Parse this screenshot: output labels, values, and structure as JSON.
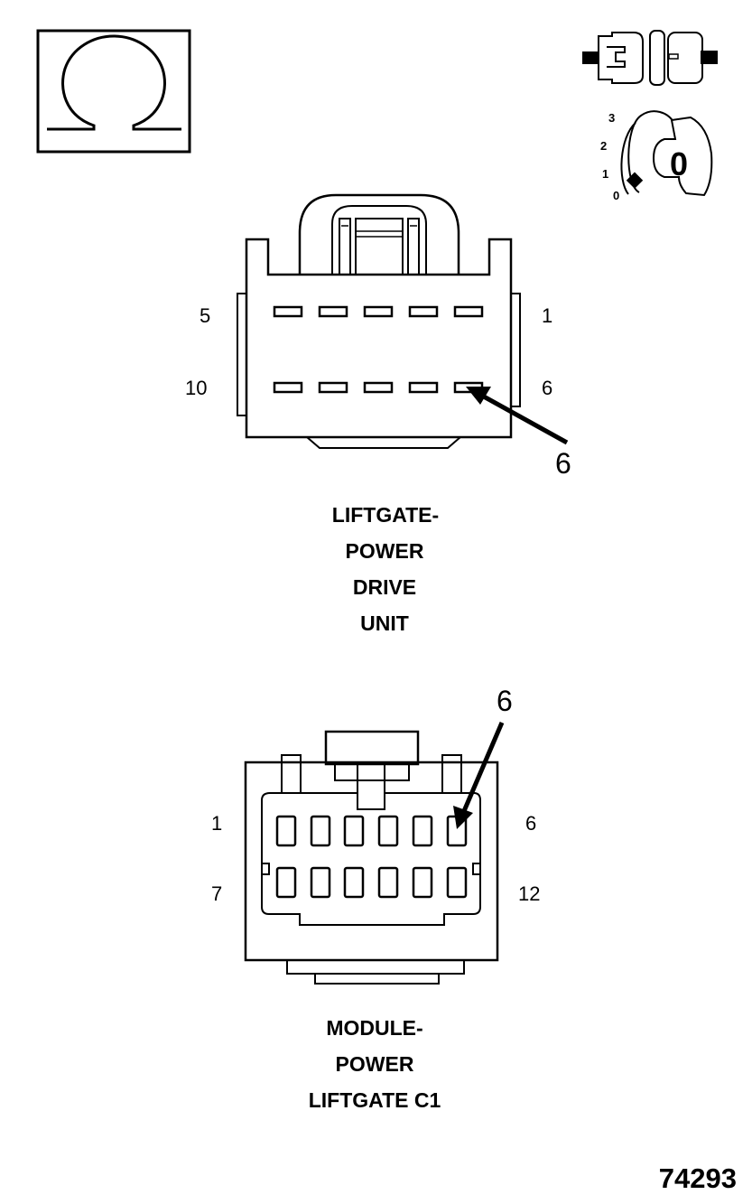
{
  "icons": {
    "resistance": "ohm-symbol-icon",
    "connector": "disconnected-connector-icon",
    "ignition": "ignition-key-off-icon"
  },
  "ignition_positions": [
    "3",
    "2",
    "1",
    "0"
  ],
  "ignition_key_label": "0",
  "connector_top": {
    "pin_labels": {
      "top_left": "5",
      "top_right": "1",
      "bottom_left": "10",
      "bottom_right": "6"
    },
    "callout_pin": "6",
    "title_lines": [
      "LIFTGATE-",
      "POWER",
      "DRIVE",
      "UNIT"
    ]
  },
  "connector_bottom": {
    "pin_labels": {
      "top_left": "1",
      "top_right": "6",
      "bottom_left": "7",
      "bottom_right": "12"
    },
    "callout_pin": "6",
    "title_lines": [
      "MODULE-",
      "POWER",
      "LIFTGATE C1"
    ]
  },
  "figure_number": "74293"
}
